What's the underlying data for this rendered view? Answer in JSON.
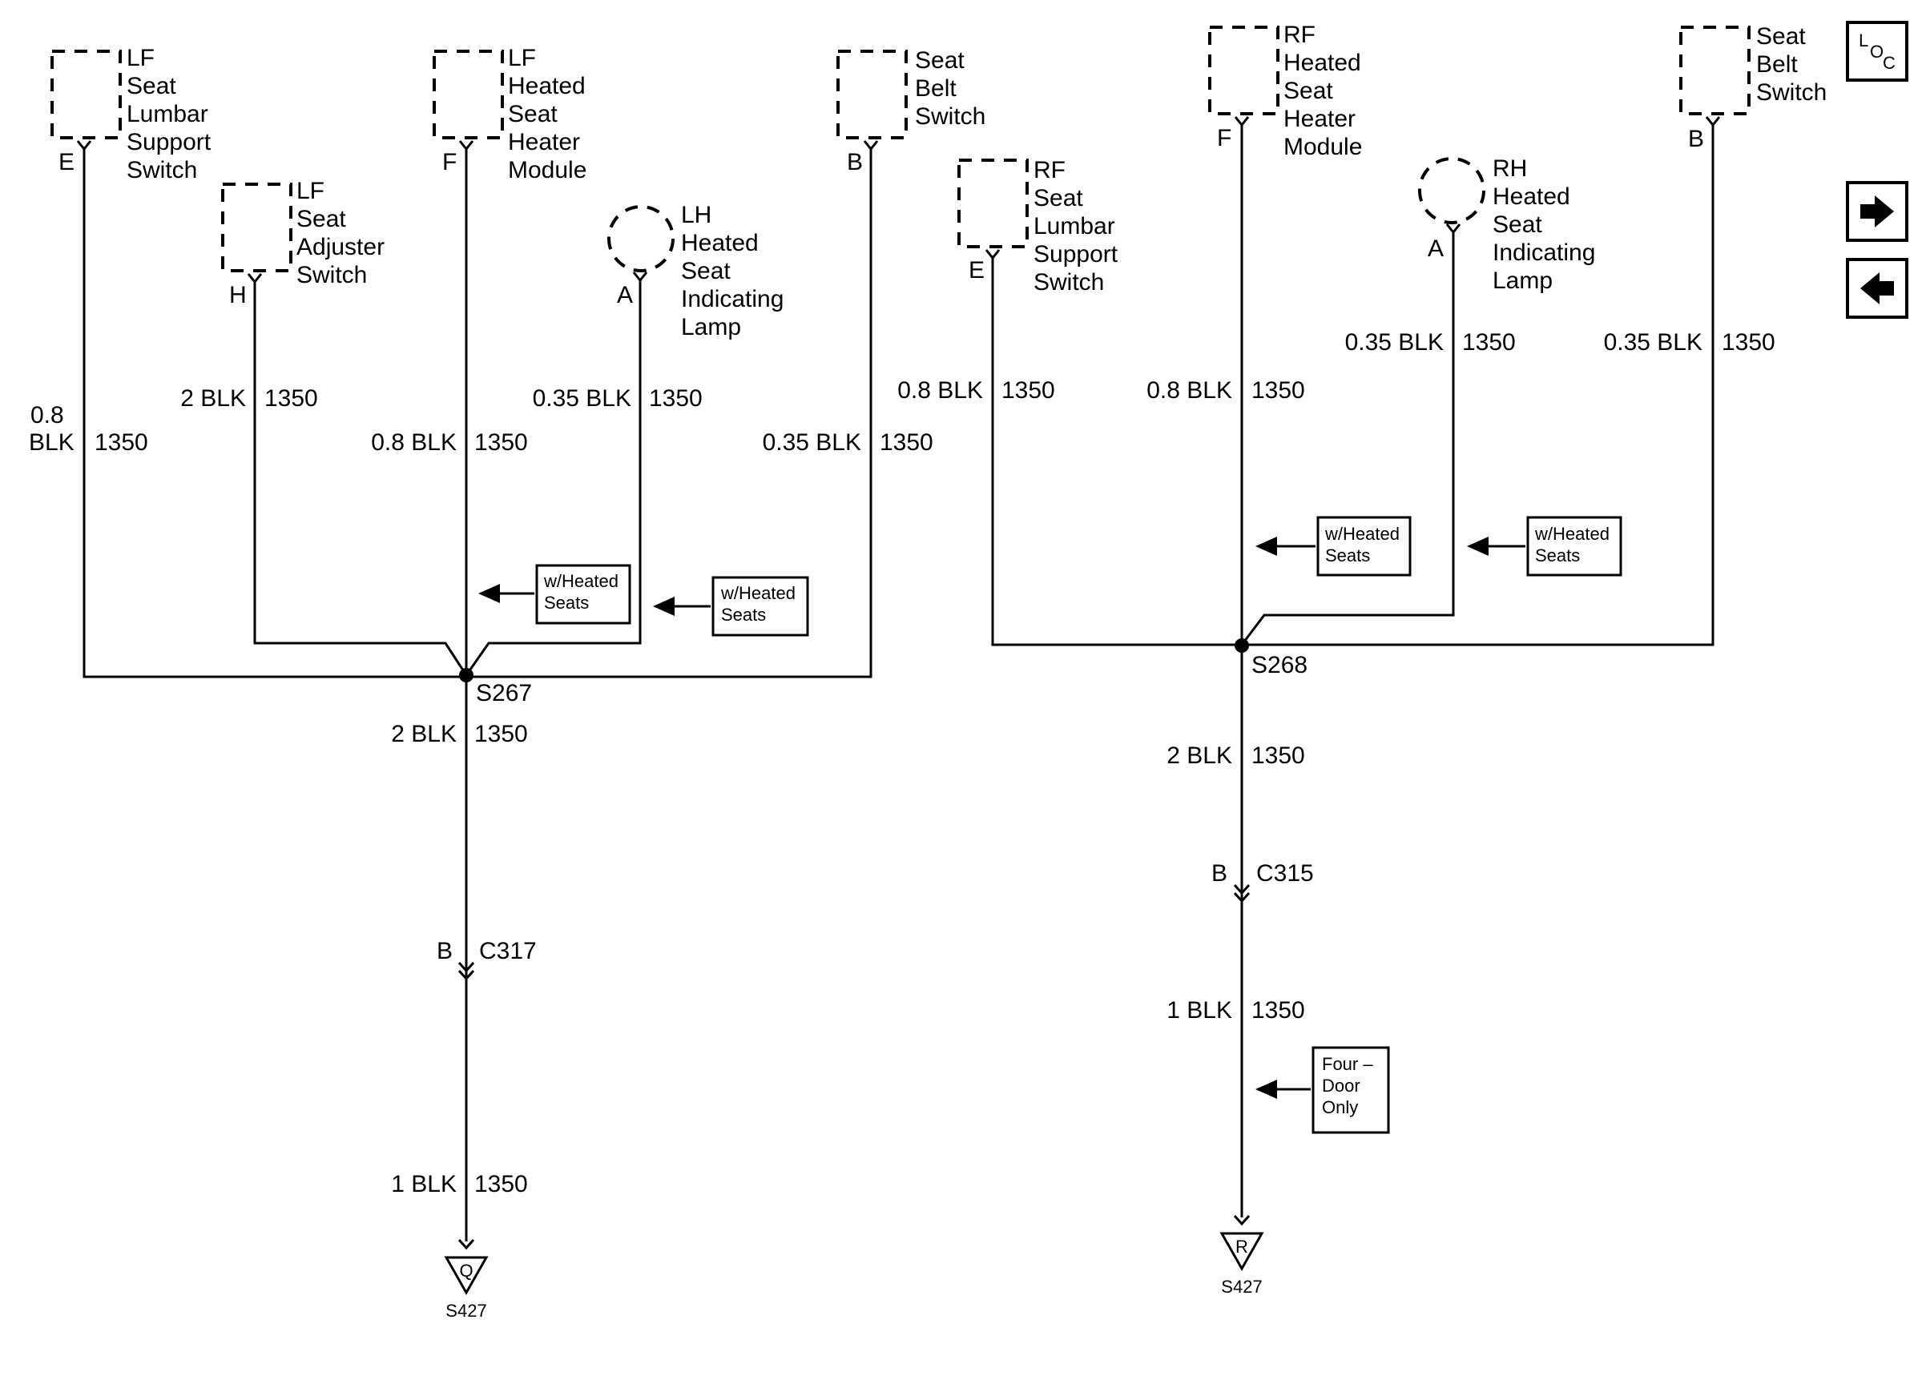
{
  "components": {
    "lf_lumbar": {
      "lines": [
        "LF",
        "Seat",
        "Lumbar",
        "Support",
        "Switch"
      ],
      "pin": "E"
    },
    "lf_adjuster": {
      "lines": [
        "LF",
        "Seat",
        "Adjuster",
        "Switch"
      ],
      "pin": "H"
    },
    "lf_heater_module": {
      "lines": [
        "LF",
        "Heated",
        "Seat",
        "Heater",
        "Module"
      ],
      "pin": "F"
    },
    "lh_lamp": {
      "lines": [
        "LH",
        "Heated",
        "Seat",
        "Indicating",
        "Lamp"
      ],
      "pin": "A"
    },
    "lf_seat_belt": {
      "lines": [
        "Seat",
        "Belt",
        "Switch"
      ],
      "pin": "B"
    },
    "rf_lumbar": {
      "lines": [
        "RF",
        "Seat",
        "Lumbar",
        "Support",
        "Switch"
      ],
      "pin": "E"
    },
    "rf_heater_module": {
      "lines": [
        "RF",
        "Heated",
        "Seat",
        "Heater",
        "Module"
      ],
      "pin": "F"
    },
    "rh_lamp": {
      "lines": [
        "RH",
        "Heated",
        "Seat",
        "Indicating",
        "Lamp"
      ],
      "pin": "A"
    },
    "rf_seat_belt": {
      "lines": [
        "Seat",
        "Belt",
        "Switch"
      ],
      "pin": "B"
    }
  },
  "wires": {
    "lf_lumbar": {
      "size_lines": [
        "0.8",
        "BLK"
      ],
      "circuit": "1350"
    },
    "lf_adjuster": {
      "size": "2 BLK",
      "circuit": "1350"
    },
    "lf_heater_module": {
      "size": "0.8 BLK",
      "circuit": "1350"
    },
    "lh_lamp": {
      "size": "0.35 BLK",
      "circuit": "1350"
    },
    "lf_seat_belt": {
      "size": "0.35 BLK",
      "circuit": "1350"
    },
    "left_trunk_upper": {
      "size": "2 BLK",
      "circuit": "1350"
    },
    "left_trunk_lower": {
      "size": "1 BLK",
      "circuit": "1350"
    },
    "rf_lumbar": {
      "size": "0.8 BLK",
      "circuit": "1350"
    },
    "rf_heater_module": {
      "size": "0.8 BLK",
      "circuit": "1350"
    },
    "rh_lamp": {
      "size": "0.35 BLK",
      "circuit": "1350"
    },
    "rf_seat_belt": {
      "size": "0.35 BLK",
      "circuit": "1350"
    },
    "right_trunk_upper": {
      "size": "2 BLK",
      "circuit": "1350"
    },
    "right_trunk_lower": {
      "size": "1 BLK",
      "circuit": "1350"
    }
  },
  "splices": {
    "left": "S267",
    "right": "S268"
  },
  "connectors": {
    "left": {
      "pin": "B",
      "name": "C317"
    },
    "right": {
      "pin": "B",
      "name": "C315"
    }
  },
  "notes": {
    "heated_seats": [
      "w/Heated",
      "Seats"
    ],
    "four_door": [
      "Four –",
      "Door",
      "Only"
    ]
  },
  "grounds": {
    "left": {
      "letter": "Q",
      "name": "S427"
    },
    "right": {
      "letter": "R",
      "name": "S427"
    }
  },
  "nav": {
    "loc": {
      "l": "L",
      "o": "O",
      "c": "C"
    },
    "next_icon": "arrow-right-icon",
    "prev_icon": "arrow-left-icon"
  }
}
